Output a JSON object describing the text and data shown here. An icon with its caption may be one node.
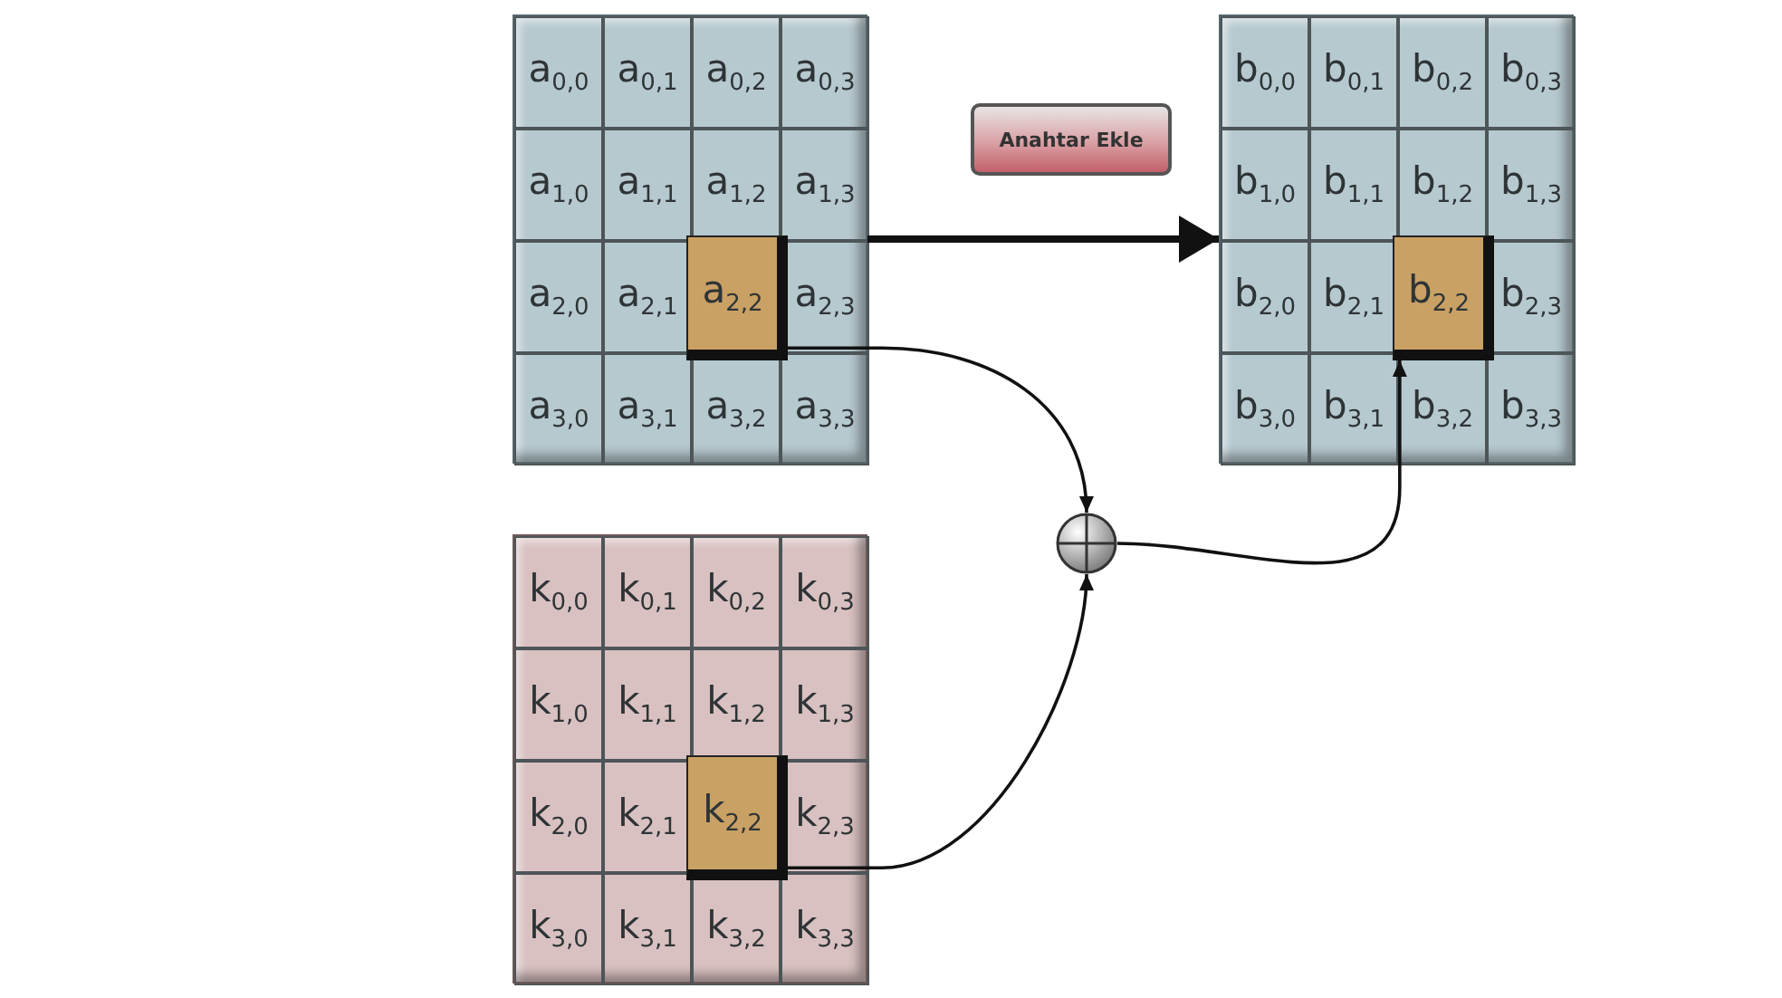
{
  "diagram": {
    "nodes": [
      {
        "text": [],
        "shape": "box"
      },
      {
        "text": [
          "a$_{0,0}$"
        ],
        "in": 0
      },
      {
        "text": [
          "a$_{0,1}$"
        ],
        "in": 0
      },
      {
        "text": [
          "a$_{0,2}$"
        ],
        "in": 0
      },
      {
        "text": [
          "a$_{0,3}$"
        ],
        "in": 0
      },
      {
        "text": [
          "a$_{1,0}$"
        ],
        "in": 0
      },
      {
        "text": [
          "a$_{1,1}$"
        ],
        "in": 0
      },
      {
        "text": [
          "a$_{1,2}$"
        ],
        "in": 0
      },
      {
        "text": [
          "a$_{1,3}$"
        ],
        "in": 0
      },
      {
        "text": [
          "a$_{2,0}$"
        ],
        "in": 0
      },
      {
        "text": [
          "a$_{2,1}$"
        ],
        "in": 0
      },
      {
        "text": [
          "a$_{2,2}$"
        ],
        "in": 0
      },
      {
        "text": [
          "a$_{2,3}$"
        ],
        "in": 0
      },
      {
        "text": [
          "a$_{3,0}$"
        ],
        "in": 0
      },
      {
        "text": [
          "a$_{3,1}$"
        ],
        "in": 0
      },
      {
        "text": [
          "a$_{3,2}$"
        ],
        "in": 0
      },
      {
        "text": [
          "a$_{3,3}$"
        ],
        "in": 0
      },
      {
        "text": [
          "Anahtar Ekle"
        ]
      },
      {
        "text": [],
        "shape": "box"
      },
      {
        "text": [
          "b$_{0,0}$"
        ],
        "in": 18
      },
      {
        "text": [
          "b$_{0,1}$"
        ],
        "in": 18
      },
      {
        "text": [
          "b$_{0,2}$"
        ],
        "in": 18
      },
      {
        "text": [
          "b$_{0,3}$"
        ],
        "in": 18
      },
      {
        "text": [
          "b$_{1,0}$"
        ],
        "in": 18
      },
      {
        "text": [
          "b$_{1,1}$"
        ],
        "in": 18
      },
      {
        "text": [
          "b$_{1,2}$"
        ],
        "in": 18
      },
      {
        "text": [
          "b$_{1,3}$"
        ],
        "in": 18
      },
      {
        "text": [
          "b$_{2,0}$"
        ],
        "in": 18
      },
      {
        "text": [
          "b$_{2,1}$"
        ],
        "in": 18
      },
      {
        "text": [
          "b$_{2,2}$"
        ],
        "in": 18
      },
      {
        "text": [
          "b$_{2,3}$"
        ],
        "in": 18
      },
      {
        "text": [
          "b$_{3,0}$"
        ],
        "in": 18
      },
      {
        "text": [
          "b$_{3,1}$"
        ],
        "in": 18
      },
      {
        "text": [
          "b$_{3,2}$"
        ],
        "in": 18
      },
      {
        "text": [
          "b$_{3,3}$"
        ],
        "in": 18
      },
      {
        "text": [],
        "shape": "circle"
      },
      {
        "text": [],
        "shape": "box"
      },
      {
        "text": [
          "k$_{0,0}$"
        ],
        "in": 36
      },
      {
        "text": [
          "k$_{0,1}$"
        ],
        "in": 36
      },
      {
        "text": [
          "k$_{0,2}$"
        ],
        "in": 36
      },
      {
        "text": [
          "k$_{0,3}$"
        ],
        "in": 36
      },
      {
        "text": [
          "k$_{1,0}$"
        ],
        "in": 36
      },
      {
        "text": [
          "k$_{1,1}$"
        ],
        "in": 36
      },
      {
        "text": [
          "k$_{1,2}$"
        ],
        "in": 36
      },
      {
        "text": [
          "k$_{1,3}$"
        ],
        "in": 36
      },
      {
        "text": [
          "k$_{2,0}$"
        ],
        "in": 36
      },
      {
        "text": [
          "k$_{2,1}$"
        ],
        "in": 36
      },
      {
        "text": [
          "k$_{2,2}$"
        ],
        "in": 36
      },
      {
        "text": [
          "k$_{2,3}$"
        ],
        "in": 36
      },
      {
        "text": [
          "k$_{3,0}$"
        ],
        "in": 36
      },
      {
        "text": [
          "k$_{3,1}$"
        ],
        "in": 36
      },
      {
        "text": [
          "k$_{3,2}$"
        ],
        "in": 36
      },
      {
        "text": [
          "k$_{3,3}$"
        ],
        "in": 36
      }
    ],
    "edges": [
      {
        "from": 0,
        "to": 18,
        "arrow": "to",
        "style": "thick"
      },
      {
        "from": 11,
        "to": 35,
        "arrow": "to"
      },
      {
        "from": 47,
        "to": 35,
        "arrow": "to"
      },
      {
        "from": 35,
        "to": 29,
        "arrow": "to"
      }
    ]
  }
}
